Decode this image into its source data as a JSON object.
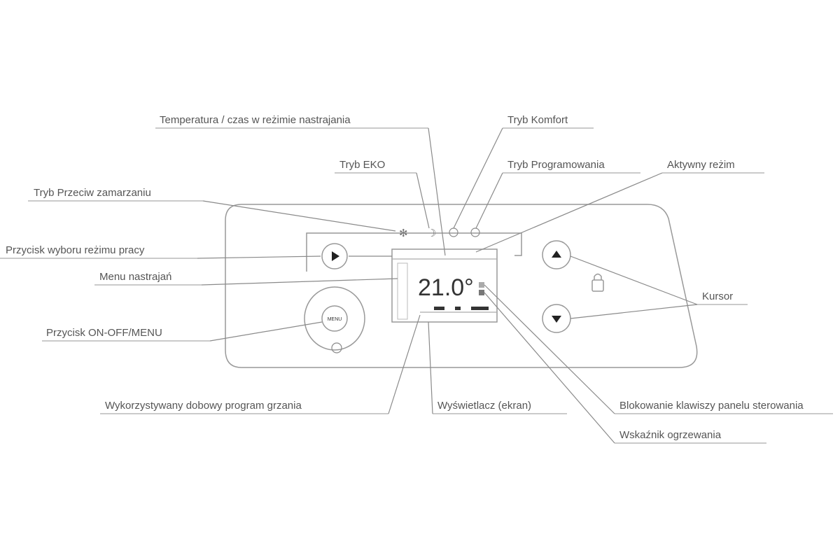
{
  "labels": {
    "temp_time": "Temperatura / czas w reżimie nastrajania",
    "comfort": "Tryb Komfort",
    "eco": "Tryb EKO",
    "programming": "Tryb Programowania",
    "active_mode": "Aktywny reżim",
    "antifreeze": "Tryb Przeciw zamarzaniu",
    "mode_button": "Przycisk wyboru reżimu pracy",
    "settings_menu": "Menu nastrajań",
    "onoff_button": "Przycisk ON-OFF/MENU",
    "cursor": "Kursor",
    "daily_program": "Wykorzystywany dobowy program grzania",
    "display": "Wyświetlacz (ekran)",
    "key_lock": "Blokowanie klawiszy panelu sterowania",
    "heating_indicator": "Wskaźnik ogrzewania"
  },
  "display": {
    "temperature": "21.0°"
  },
  "menu_button_label": "MENU"
}
